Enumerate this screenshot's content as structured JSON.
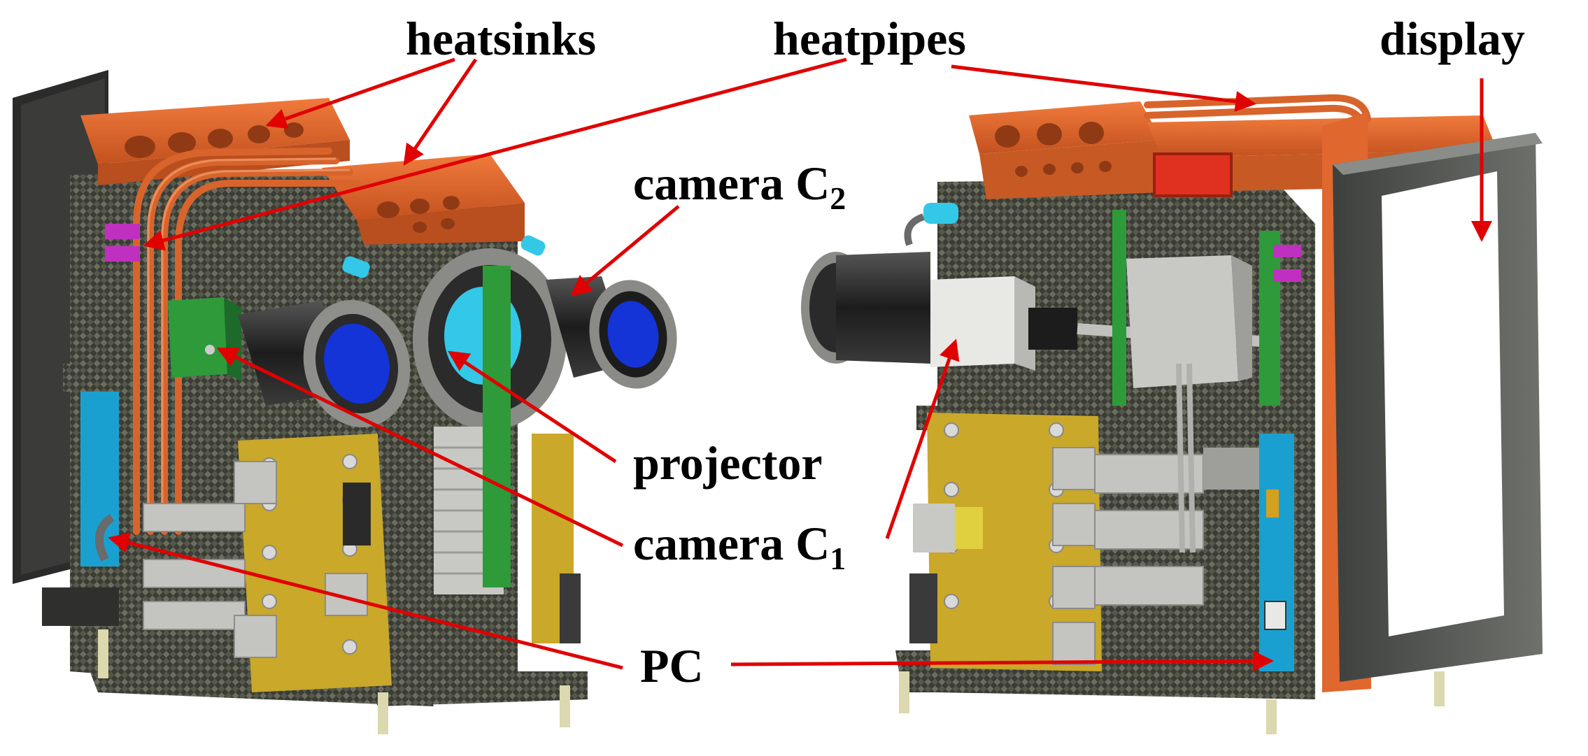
{
  "labels": {
    "heatsinks": "heatsinks",
    "heatpipes": "heatpipes",
    "display": "display",
    "camera_c2_text": "camera C",
    "camera_c2_sub": "2",
    "projector": "projector",
    "camera_c1_text": "camera C",
    "camera_c1_sub": "1",
    "pc": "PC"
  },
  "colors": {
    "arrow": "#e00000",
    "carbon_dark": "#3a3c35",
    "carbon_light": "#6b6e5e",
    "copper": "#e0672e",
    "copper_dark": "#b94e1f",
    "lens_blue": "#1434d8",
    "lens_cyan": "#33c8e8",
    "pcb_yellow": "#c9a82a",
    "pcb_green": "#2e9a3a",
    "display_frame": "#5d605c",
    "display_screen": "#ffffff",
    "aluminium": "#c8c8c4",
    "magenta": "#c030c0",
    "pc_blue": "#1aa0d0"
  }
}
